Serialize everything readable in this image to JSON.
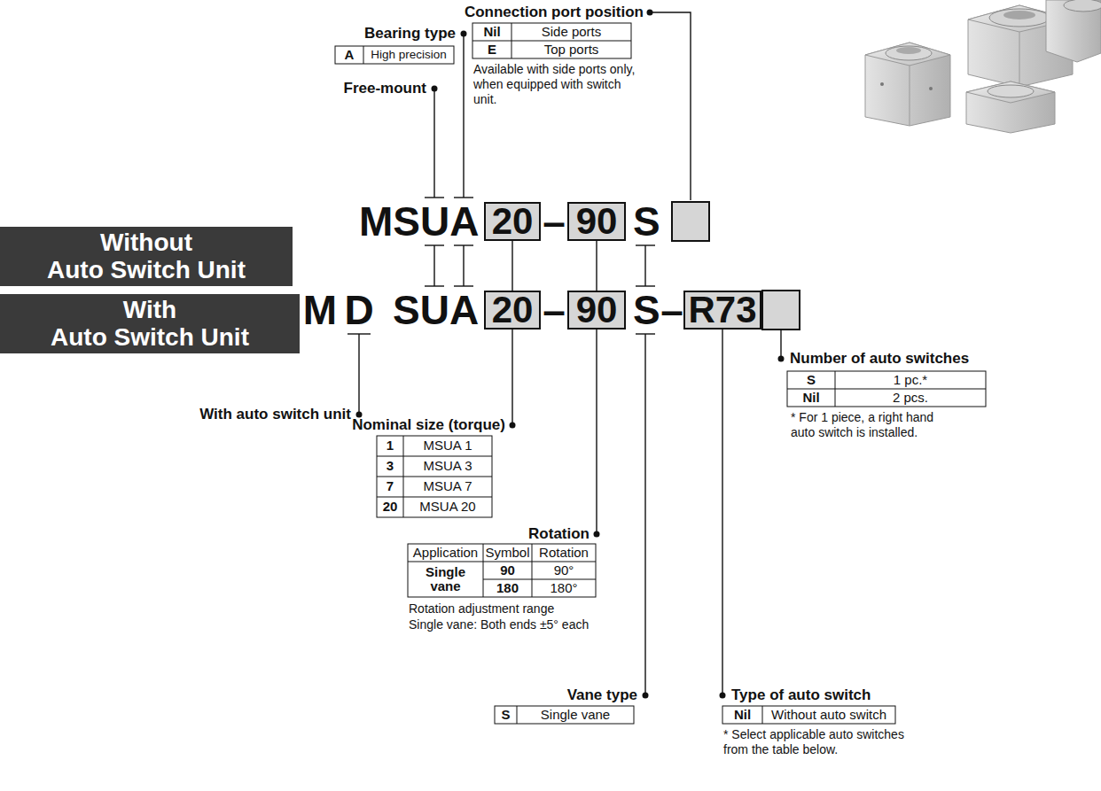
{
  "diagram": {
    "nodes": [
      {
        "text": [
          "Without Auto Switch Unit"
        ]
      },
      {
        "text": [
          "With Auto Switch Unit"
        ]
      },
      {
        "text": [
          "20"
        ]
      },
      {
        "text": [
          "90"
        ]
      },
      {
        "text": [
          "20"
        ]
      },
      {
        "text": [
          "90"
        ]
      },
      {
        "text": [
          "R73"
        ]
      }
    ],
    "labels": [
      "Connection port position",
      "Nil",
      "Side ports",
      "E",
      "Top ports",
      "Available with side ports only, when equipped with switch unit.",
      "Bearing type",
      "A",
      "High precision",
      "Free-mount",
      "MSUA",
      "–",
      "S",
      "M",
      "D",
      "SUA",
      "–",
      "S",
      "–",
      "Number of auto switches",
      "S",
      "1 pc.*",
      "Nil",
      "2 pcs.",
      "* For 1 piece, a right hand auto switch is installed.",
      "With auto switch unit",
      "Nominal size (torque)",
      "1",
      "MSUA 1",
      "3",
      "MSUA 3",
      "7",
      "MSUA 7",
      "20",
      "MSUA 20",
      "Rotation",
      "Application",
      "Symbol",
      "Rotation",
      "Single vane",
      "90",
      "90°",
      "180",
      "180°",
      "Rotation adjustment range",
      "Single vane: Both ends ±5° each",
      "Vane type",
      "S",
      "Single vane",
      "Type of auto switch",
      "Nil",
      "Without auto switch",
      "* Select applicable auto switches from the table below."
    ]
  }
}
